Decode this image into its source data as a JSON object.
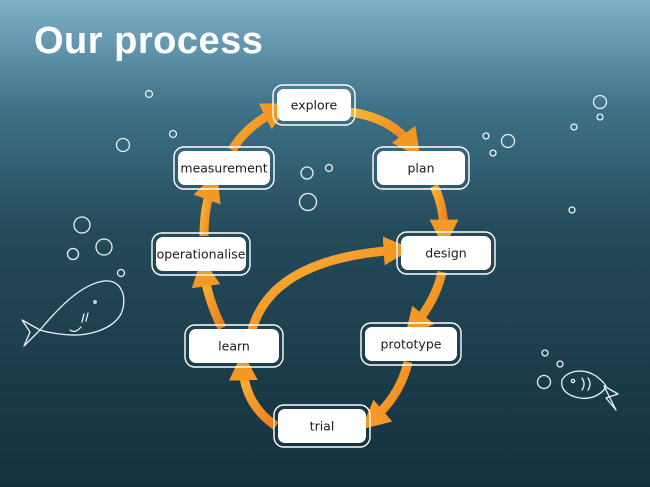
{
  "slide": {
    "title": "Our process"
  },
  "diagram": {
    "type": "cycle",
    "nodes": [
      {
        "id": "explore",
        "label": "explore"
      },
      {
        "id": "plan",
        "label": "plan"
      },
      {
        "id": "design",
        "label": "design"
      },
      {
        "id": "prototype",
        "label": "prototype"
      },
      {
        "id": "trial",
        "label": "trial"
      },
      {
        "id": "learn",
        "label": "learn"
      },
      {
        "id": "operationalise",
        "label": "operationalise"
      },
      {
        "id": "measurement",
        "label": "measurement"
      }
    ],
    "edges": [
      {
        "from": "explore",
        "to": "plan"
      },
      {
        "from": "plan",
        "to": "design"
      },
      {
        "from": "design",
        "to": "prototype"
      },
      {
        "from": "prototype",
        "to": "trial"
      },
      {
        "from": "trial",
        "to": "learn"
      },
      {
        "from": "learn",
        "to": "operationalise"
      },
      {
        "from": "operationalise",
        "to": "measurement"
      },
      {
        "from": "measurement",
        "to": "explore"
      },
      {
        "from": "learn",
        "to": "design"
      }
    ],
    "colors": {
      "arrow_start": "#f7b733",
      "arrow_end": "#ee7b1f",
      "node_fill": "#ffffff",
      "node_border": "#ffffff"
    },
    "icons": [
      "whale-icon",
      "fish-icon",
      "bubble-icon"
    ]
  }
}
